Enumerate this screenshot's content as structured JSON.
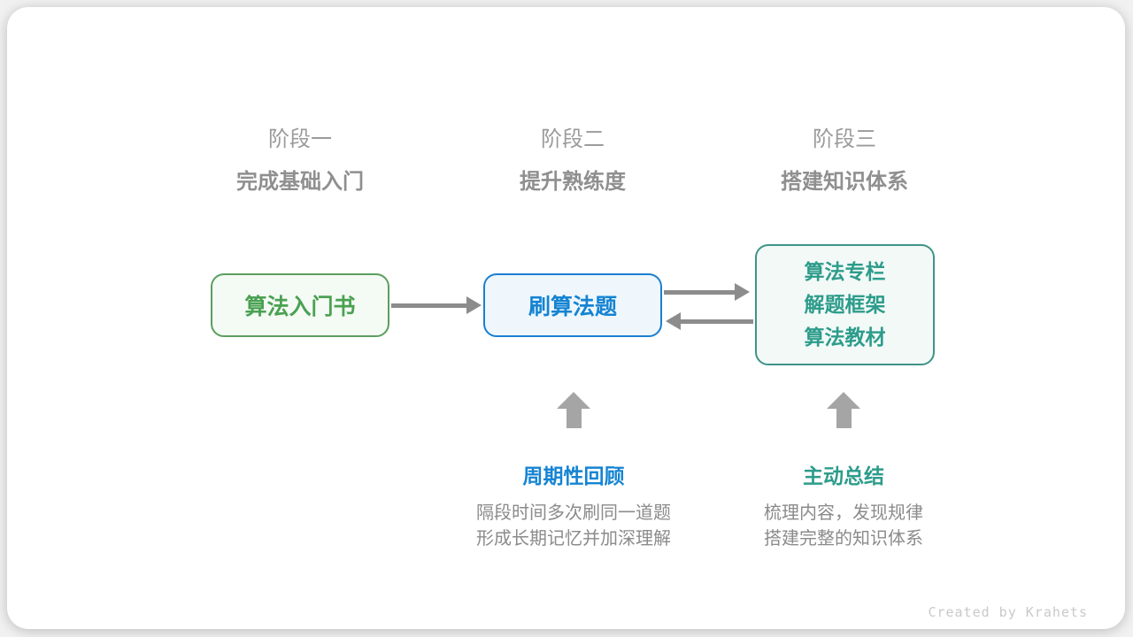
{
  "stages": [
    {
      "label": "阶段一",
      "subtitle": "完成基础入门"
    },
    {
      "label": "阶段二",
      "subtitle": "提升熟练度"
    },
    {
      "label": "阶段三",
      "subtitle": "搭建知识体系"
    }
  ],
  "nodes": {
    "intro_book": {
      "label": "算法入门书"
    },
    "practice": {
      "label": "刷算法题"
    },
    "resources": {
      "lines": [
        "算法专栏",
        "解题框架",
        "算法教材"
      ]
    }
  },
  "annotations": [
    {
      "title": "周期性回顾",
      "desc_line1": "隔段时间多次刷同一道题",
      "desc_line2": "形成长期记忆并加深理解"
    },
    {
      "title": "主动总结",
      "desc_line1": "梳理内容，发现规律",
      "desc_line2": "搭建完整的知识体系"
    }
  ],
  "footer": {
    "credit": "Created by Krahets"
  },
  "colors": {
    "green_text": "#4aa152",
    "green_border": "#5b9e5f",
    "green_bg": "#f4faf4",
    "blue_text": "#1584d2",
    "blue_border": "#1b7fd1",
    "blue_bg": "#eff7fd",
    "teal_text": "#2d9c8b",
    "teal_border": "#3f9488",
    "teal_bg": "#f2f9f7",
    "arrow_gray": "#8c8c8c",
    "block_arrow_gray": "#a5a5a5",
    "heading_gray": "#9b9b9b",
    "subtitle_gray": "#8f8f8f",
    "desc_gray": "#8b8b8b",
    "credit_gray": "#c9c9c9"
  }
}
